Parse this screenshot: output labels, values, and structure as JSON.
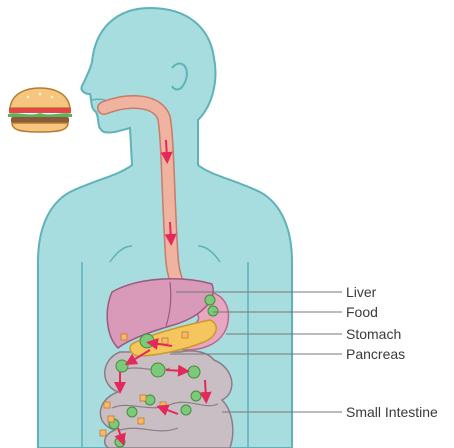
{
  "labels": {
    "liver": "Liver",
    "food": "Food",
    "stomach": "Stomach",
    "pancreas": "Pancreas",
    "small_intestine": "Small Intestine"
  },
  "colors": {
    "body_fill": "#a8dde0",
    "body_stroke": "#5fb2ba",
    "esophagus": "#f0b3a0",
    "liver": "#d89ab8",
    "stomach": "#e8a6c0",
    "pancreas": "#f5c55e",
    "food_particle": "#7cc97a",
    "intestine": "#c8bec4",
    "arrow": "#e3285a",
    "leader_line": "#777777"
  },
  "icons": {
    "food": "burger-icon"
  }
}
